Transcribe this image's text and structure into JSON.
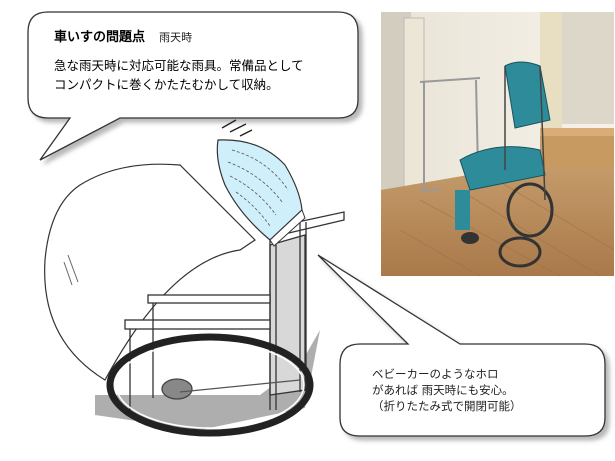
{
  "callout_top": {
    "title": "車いすの問題点",
    "subtitle": "雨天時",
    "line1": "急な雨天時に対応可能な雨具。常備品として",
    "line2": "コンパクトに巻くかたたむかして収納。"
  },
  "callout_bottom": {
    "line1": "ベビーカーのようなホロ",
    "line2": "があれば 雨天時にも安心。",
    "line3": "（折りたたみ式で開閉可能）"
  },
  "colors": {
    "canopy": "#cfeffa",
    "wheelchair_seat": "#2e8c9a",
    "floor": "#b98c5e"
  }
}
